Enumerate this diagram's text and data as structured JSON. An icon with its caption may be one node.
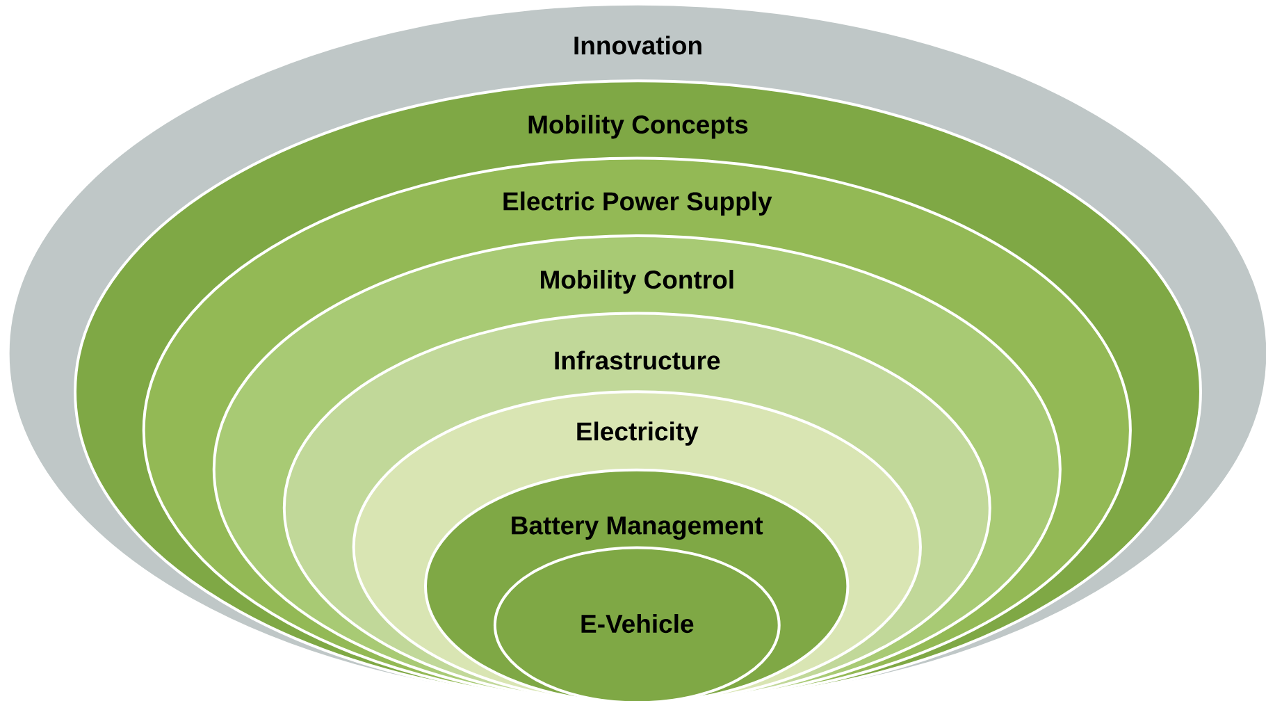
{
  "diagram": {
    "nodes": [
      {
        "text": [
          "Innovation"
        ]
      },
      {
        "text": [
          "Mobility Concepts"
        ],
        "in": 0
      },
      {
        "text": [
          "Electric Power Supply"
        ],
        "in": 1
      },
      {
        "text": [
          "Mobility Control"
        ],
        "in": 2
      },
      {
        "text": [
          "Infrastructure"
        ],
        "in": 3
      },
      {
        "text": [
          "Electricity"
        ],
        "in": 4
      },
      {
        "text": [
          "Battery Management"
        ],
        "in": 5
      },
      {
        "text": [
          "E-Vehicle"
        ],
        "in": 6
      }
    ]
  }
}
